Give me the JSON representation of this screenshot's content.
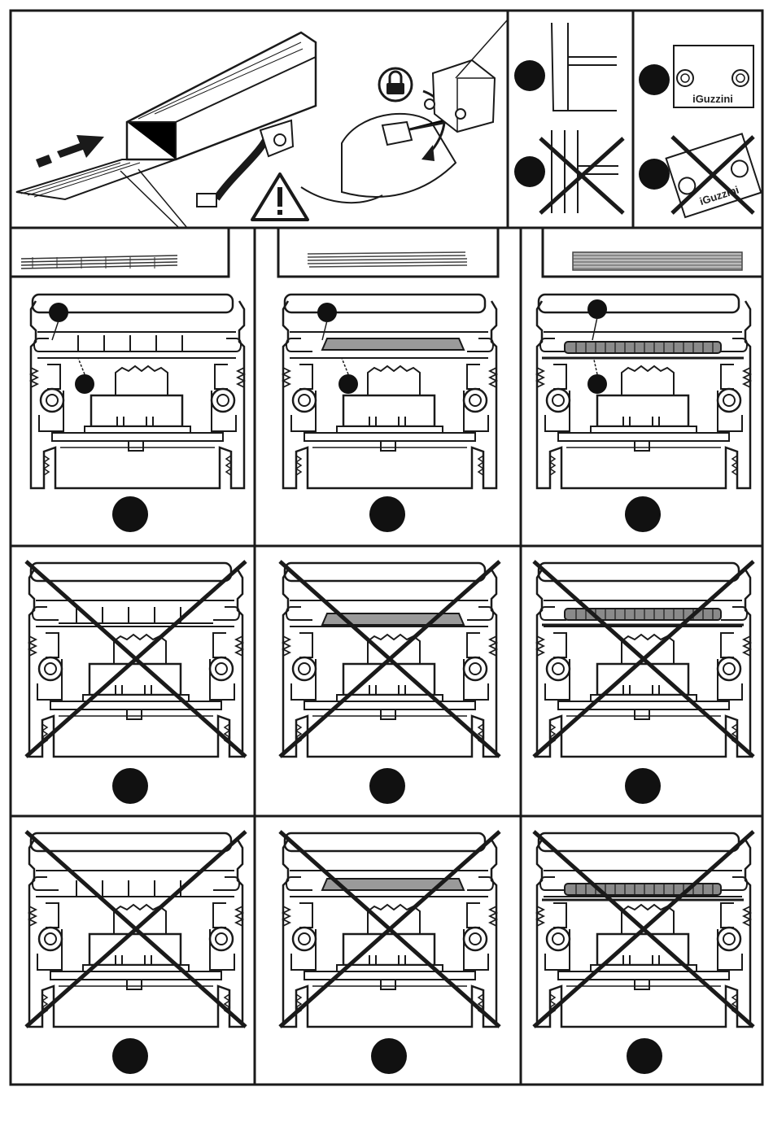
{
  "brand": {
    "logo_text": "iGuzzini"
  },
  "top_panel": {
    "lock_icon": "padlock-icon",
    "warning_icon": "warning-triangle-icon"
  },
  "strip_types": [
    "strip-narrow",
    "strip-medium",
    "strip-dense"
  ],
  "rows": [
    {
      "status": "correct",
      "crossed": false
    },
    {
      "status": "incorrect",
      "crossed": true
    },
    {
      "status": "incorrect",
      "crossed": true
    }
  ],
  "colors": {
    "line": "#1a1a1a",
    "fill_gray": "#9a9a9a",
    "marker": "#111111",
    "background": "#ffffff"
  }
}
